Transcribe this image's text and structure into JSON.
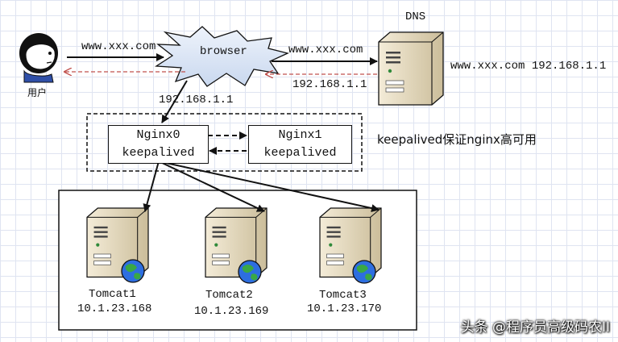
{
  "user": {
    "label": "用户"
  },
  "browser": {
    "label": "browser"
  },
  "dns": {
    "label": "DNS",
    "record": "www.xxx.com 192.168.1.1"
  },
  "flow": {
    "user_request": "www.xxx.com",
    "browser_to_dns": "www.xxx.com",
    "dns_reply": "192.168.1.1",
    "browser_to_nginx": "192.168.1.1"
  },
  "nginx": {
    "primary": {
      "name": "Nginx0",
      "sub": "keepalived"
    },
    "backup": {
      "name": "Nginx1",
      "sub": "keepalived"
    },
    "note": "keepalived保证nginx高可用"
  },
  "tomcats": [
    {
      "name": "Tomcat1",
      "ip": "10.1.23.168"
    },
    {
      "name": "Tomcat2",
      "ip": "10.1.23.169"
    },
    {
      "name": "Tomcat3",
      "ip": "10.1.23.170"
    }
  ],
  "watermark": "头条 @程序员高级码农II",
  "colors": {
    "browser_cloud": "#dde7f6",
    "reply_arrow": "#c0504d",
    "server_body": "#e8dcc0"
  }
}
